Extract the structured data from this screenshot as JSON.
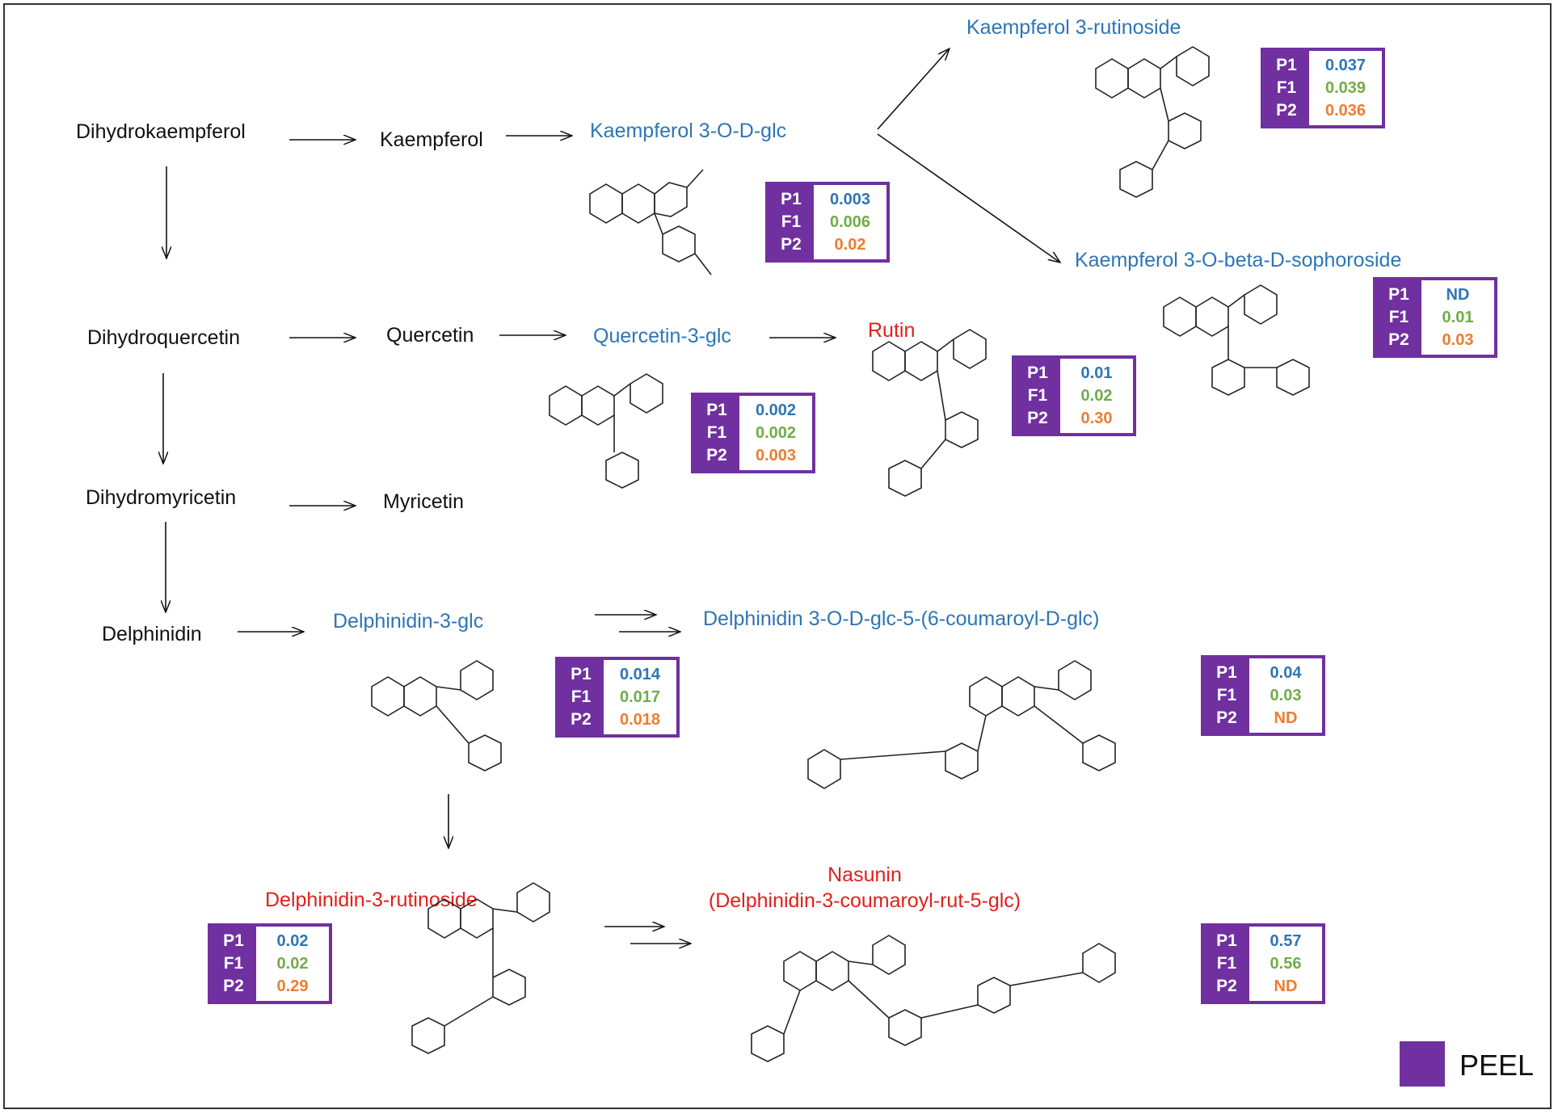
{
  "colors": {
    "precursor": "#111111",
    "detected": "#2e75b6",
    "highlight": "#e0201b",
    "p1": "#2e75b6",
    "f1": "#70ad47",
    "p2": "#ed7d31",
    "box": "#7030a0"
  },
  "compounds": {
    "dihydrokaempferol": "Dihydrokaempferol",
    "dihydroquercetin": "Dihydroquercetin",
    "dihydromyricetin": "Dihydromyricetin",
    "delphinidin": "Delphinidin",
    "kaempferol": "Kaempferol",
    "quercetin": "Quercetin",
    "myricetin": "Myricetin",
    "kaempferol_glc": "Kaempferol 3-O-D-glc",
    "kaempferol_rut": "Kaempferol 3-rutinoside",
    "kaempferol_soph": "Kaempferol 3-O-beta-D-sophoroside",
    "quercetin_glc": "Quercetin-3-glc",
    "rutin": "Rutin",
    "delph_glc": "Delphinidin-3-glc",
    "delph_coum": "Delphinidin 3-O-D-glc-5-(6-coumaroyl-D-glc)",
    "delph_rut": "Delphinidin-3-rutinoside",
    "nasunin_line1": "Nasunin",
    "nasunin_line2": "(Delphinidin-3-coumaroyl-rut-5-glc)"
  },
  "box_keys": [
    "P1",
    "F1",
    "P2"
  ],
  "boxes": {
    "kaempferol_glc": [
      "0.003",
      "0.006",
      "0.02"
    ],
    "kaempferol_rut": [
      "0.037",
      "0.039",
      "0.036"
    ],
    "kaempferol_soph": [
      "ND",
      "0.01",
      "0.03"
    ],
    "quercetin_glc": [
      "0.002",
      "0.002",
      "0.003"
    ],
    "rutin": [
      "0.01",
      "0.02",
      "0.30"
    ],
    "delph_glc": [
      "0.014",
      "0.017",
      "0.018"
    ],
    "delph_coum": [
      "0.04",
      "0.03",
      "ND"
    ],
    "delph_rut": [
      "0.02",
      "0.02",
      "0.29"
    ],
    "nasunin": [
      "0.57",
      "0.56",
      "ND"
    ]
  },
  "legend": {
    "label": "PEEL",
    "color": "#7030a0"
  }
}
